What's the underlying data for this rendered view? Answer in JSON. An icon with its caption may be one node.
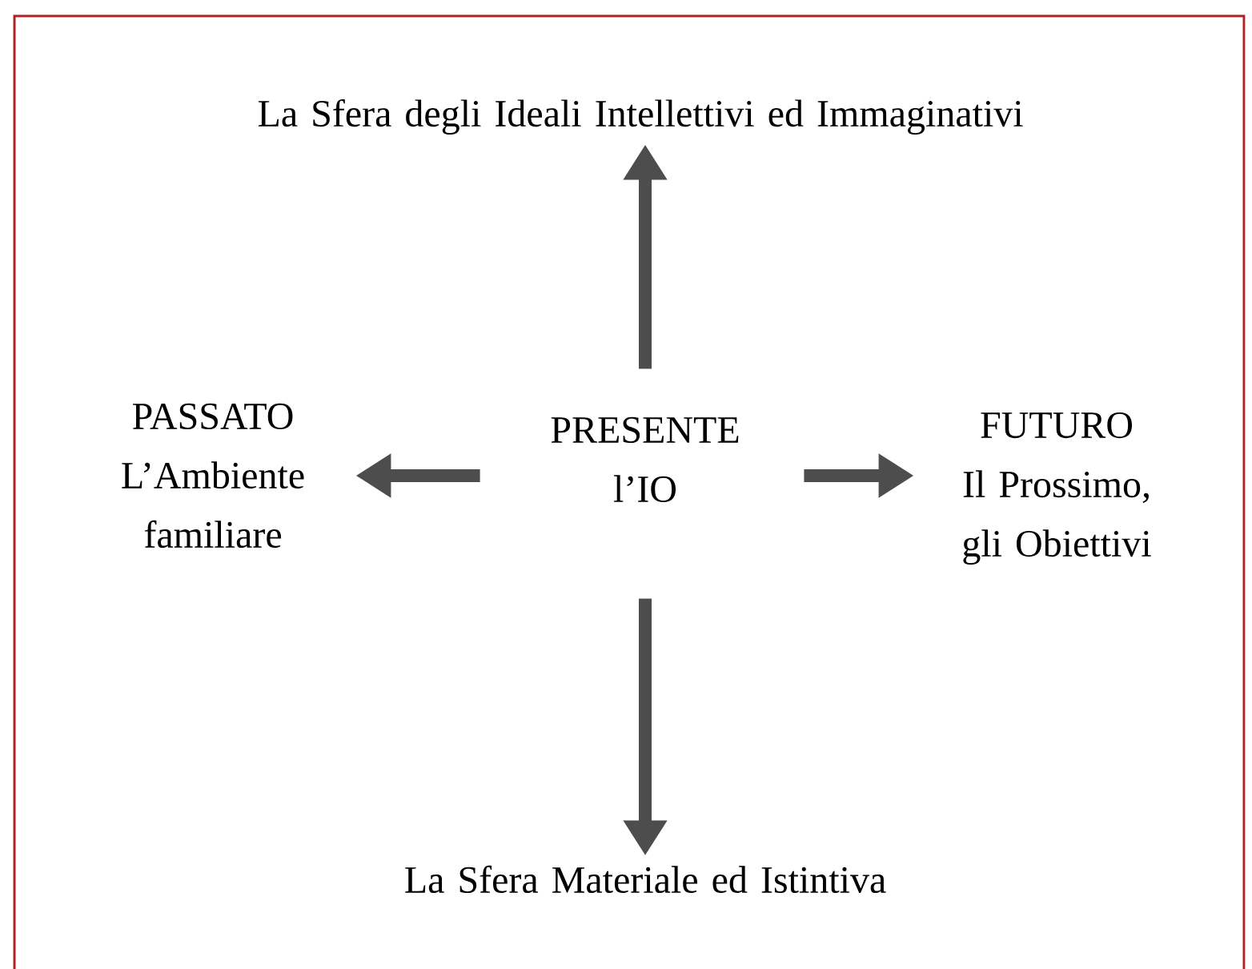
{
  "diagram": {
    "nodes": [
      {
        "text": [
          "La Sfera degli Ideali Intellettivi ed Immaginativi"
        ]
      },
      {
        "text": [
          "PASSATO",
          "L’Ambiente familiare"
        ]
      },
      {
        "text": [
          "PRESENTE",
          "l’IO"
        ]
      },
      {
        "text": [
          "FUTURO",
          "Il Prossimo, gli Obiettivi"
        ]
      },
      {
        "text": [
          "La Sfera Materiale ed Istintiva"
        ]
      }
    ],
    "edges": [
      {
        "from": 2,
        "to": 0,
        "arrow": "to"
      },
      {
        "from": 2,
        "to": 1,
        "arrow": "to"
      },
      {
        "from": 2,
        "to": 3,
        "arrow": "to"
      },
      {
        "from": 2,
        "to": 4,
        "arrow": "to"
      }
    ]
  }
}
